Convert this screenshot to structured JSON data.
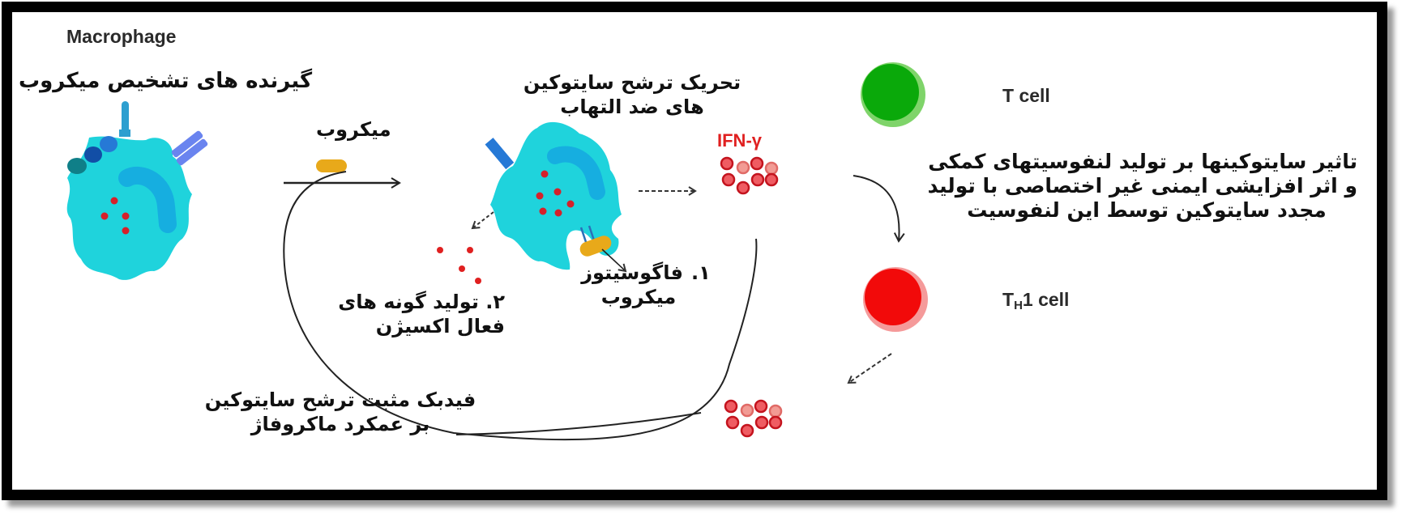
{
  "labels": {
    "macrophage": "Macrophage",
    "receptors": "گیرنده های تشخیص میکروب",
    "microbe": "میکروب",
    "stimulation_line1": "تحریک ترشح سایتوکین",
    "stimulation_line2": "های ضد التهاب",
    "ifn": "IFN-γ",
    "phagocytosis_number": "۱.",
    "phagocytosis_line1": "فاگوسیتوز",
    "phagocytosis_line2": "میکروب",
    "ros_line1": "۲. تولید گونه های",
    "ros_line2": "فعال اکسیژن",
    "feedback_line1": "فیدبک مثبت ترشح سایتوکین",
    "feedback_line2": "بر عمکرد ماکروفاژ",
    "t_cell": "T cell",
    "th1_prefix": "T",
    "th1_sub": "H",
    "th1_suffix": "1 cell",
    "effect_line1": "تاثیر سایتوکینها بر تولید لنفوسیتهای کمکی",
    "effect_line2": "و اثر افزایشی ایمنی غیر اختصاصی با تولید",
    "effect_line3": "مجدد سایتوکین توسط این لنفوسیت"
  },
  "colors": {
    "macrophage_body": "#1fd3dc",
    "nucleus": "#16aee0",
    "granule": "#d6202a",
    "microbe": "#e8a91a",
    "t_cell": "#0aa90a",
    "t_cell_rim": "#7fd46a",
    "th1_cell": "#f20a0a",
    "th1_rim": "#f59a9a",
    "cytokine": "#e8303a"
  }
}
